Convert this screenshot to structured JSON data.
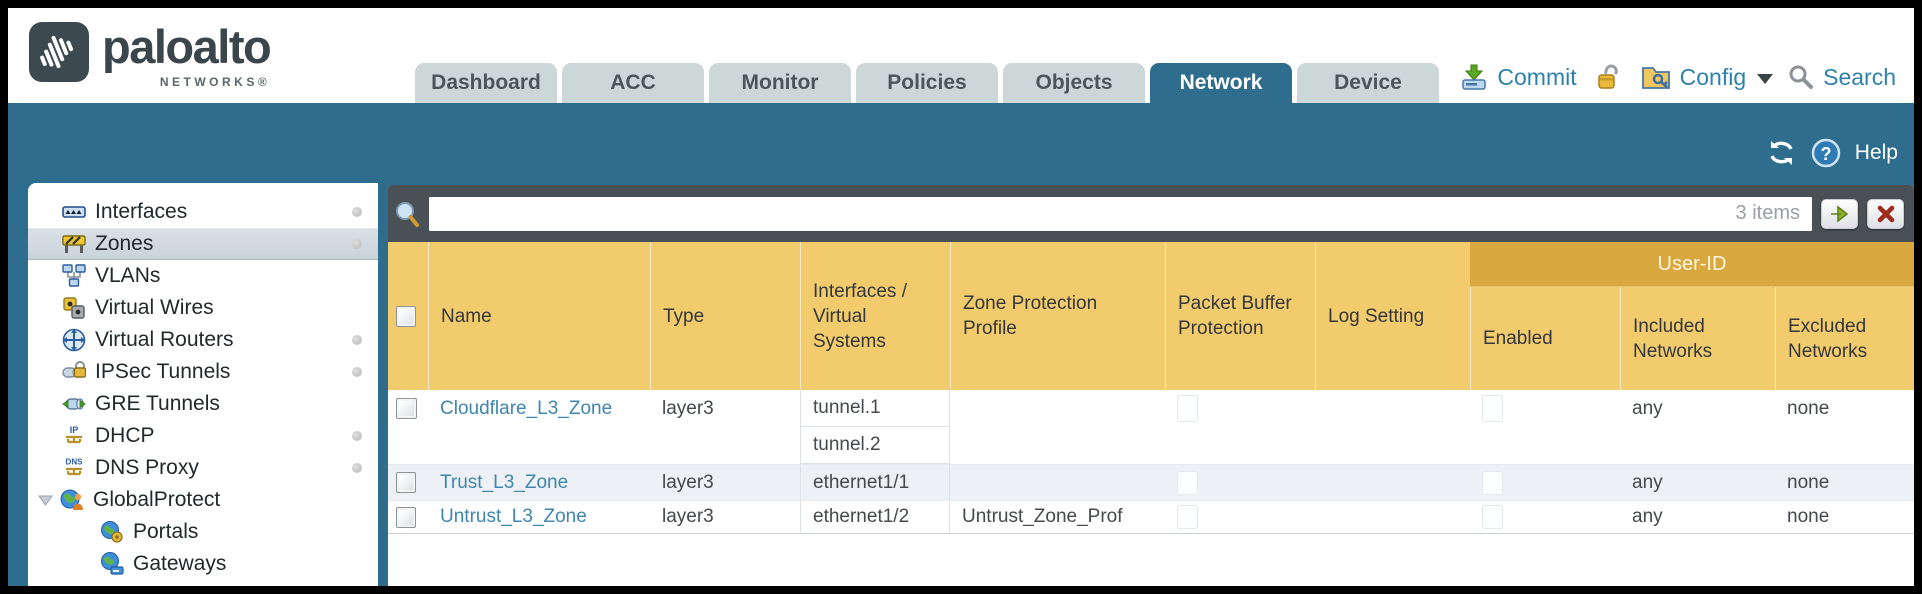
{
  "brand": {
    "name": "paloalto",
    "subname": "NETWORKS®"
  },
  "nav": {
    "tabs": [
      {
        "label": "Dashboard",
        "active": false
      },
      {
        "label": "ACC",
        "active": false
      },
      {
        "label": "Monitor",
        "active": false
      },
      {
        "label": "Policies",
        "active": false
      },
      {
        "label": "Objects",
        "active": false
      },
      {
        "label": "Network",
        "active": true
      },
      {
        "label": "Device",
        "active": false
      }
    ],
    "actions": {
      "commit": "Commit",
      "config": "Config",
      "search": "Search"
    },
    "icons": [
      "commit-download-icon",
      "unlocked-padlock-icon",
      "folder-key-icon",
      "caret-down-icon",
      "magnifier-icon"
    ]
  },
  "band": {
    "help": "Help",
    "icons": [
      "refresh-icon",
      "question-circle-icon"
    ]
  },
  "sidebar": {
    "items": [
      {
        "label": "Interfaces",
        "icon": "interfaces-icon",
        "dot": true,
        "selected": false
      },
      {
        "label": "Zones",
        "icon": "zones-icon",
        "dot": true,
        "selected": true
      },
      {
        "label": "VLANs",
        "icon": "vlans-icon",
        "dot": false
      },
      {
        "label": "Virtual Wires",
        "icon": "virtual-wires-icon",
        "dot": false
      },
      {
        "label": "Virtual Routers",
        "icon": "virtual-routers-icon",
        "dot": true
      },
      {
        "label": "IPSec Tunnels",
        "icon": "ipsec-tunnels-icon",
        "dot": true
      },
      {
        "label": "GRE Tunnels",
        "icon": "gre-tunnels-icon",
        "dot": false
      },
      {
        "label": "DHCP",
        "icon": "dhcp-icon",
        "dot": true
      },
      {
        "label": "DNS Proxy",
        "icon": "dns-proxy-icon",
        "dot": true
      },
      {
        "label": "GlobalProtect",
        "icon": "globalprotect-icon",
        "dot": false,
        "expanded": true
      },
      {
        "label": "Portals",
        "icon": "portals-icon",
        "indent": 1
      },
      {
        "label": "Gateways",
        "icon": "gateways-icon",
        "indent": 1
      }
    ]
  },
  "toolbar": {
    "search_value": "",
    "items_count": "3 items"
  },
  "table": {
    "group_header": "User-ID",
    "columns": [
      "Name",
      "Type",
      "Interfaces / Virtual Systems",
      "Zone Protection Profile",
      "Packet Buffer Protection",
      "Log Setting",
      "Enabled",
      "Included Networks",
      "Excluded Networks"
    ],
    "rows": [
      {
        "name": "Cloudflare_L3_Zone",
        "type": "layer3",
        "interfaces": [
          "tunnel.1",
          "tunnel.2"
        ],
        "zone_protection_profile": "",
        "log_setting": "",
        "included_networks": "any",
        "excluded_networks": "none"
      },
      {
        "name": "Trust_L3_Zone",
        "type": "layer3",
        "interfaces": [
          "ethernet1/1"
        ],
        "zone_protection_profile": "",
        "log_setting": "",
        "included_networks": "any",
        "excluded_networks": "none"
      },
      {
        "name": "Untrust_L3_Zone",
        "type": "layer3",
        "interfaces": [
          "ethernet1/2"
        ],
        "zone_protection_profile": "Untrust_Zone_Prof",
        "log_setting": "",
        "included_networks": "any",
        "excluded_networks": "none"
      }
    ]
  },
  "colors": {
    "teal": "#2f6d8e",
    "amber": "#f2cb6c",
    "amber_dark": "#d8a73e",
    "toolbar_dark": "#4a5156",
    "link": "#3e86ad",
    "tab_inactive": "#ccd7d7"
  }
}
